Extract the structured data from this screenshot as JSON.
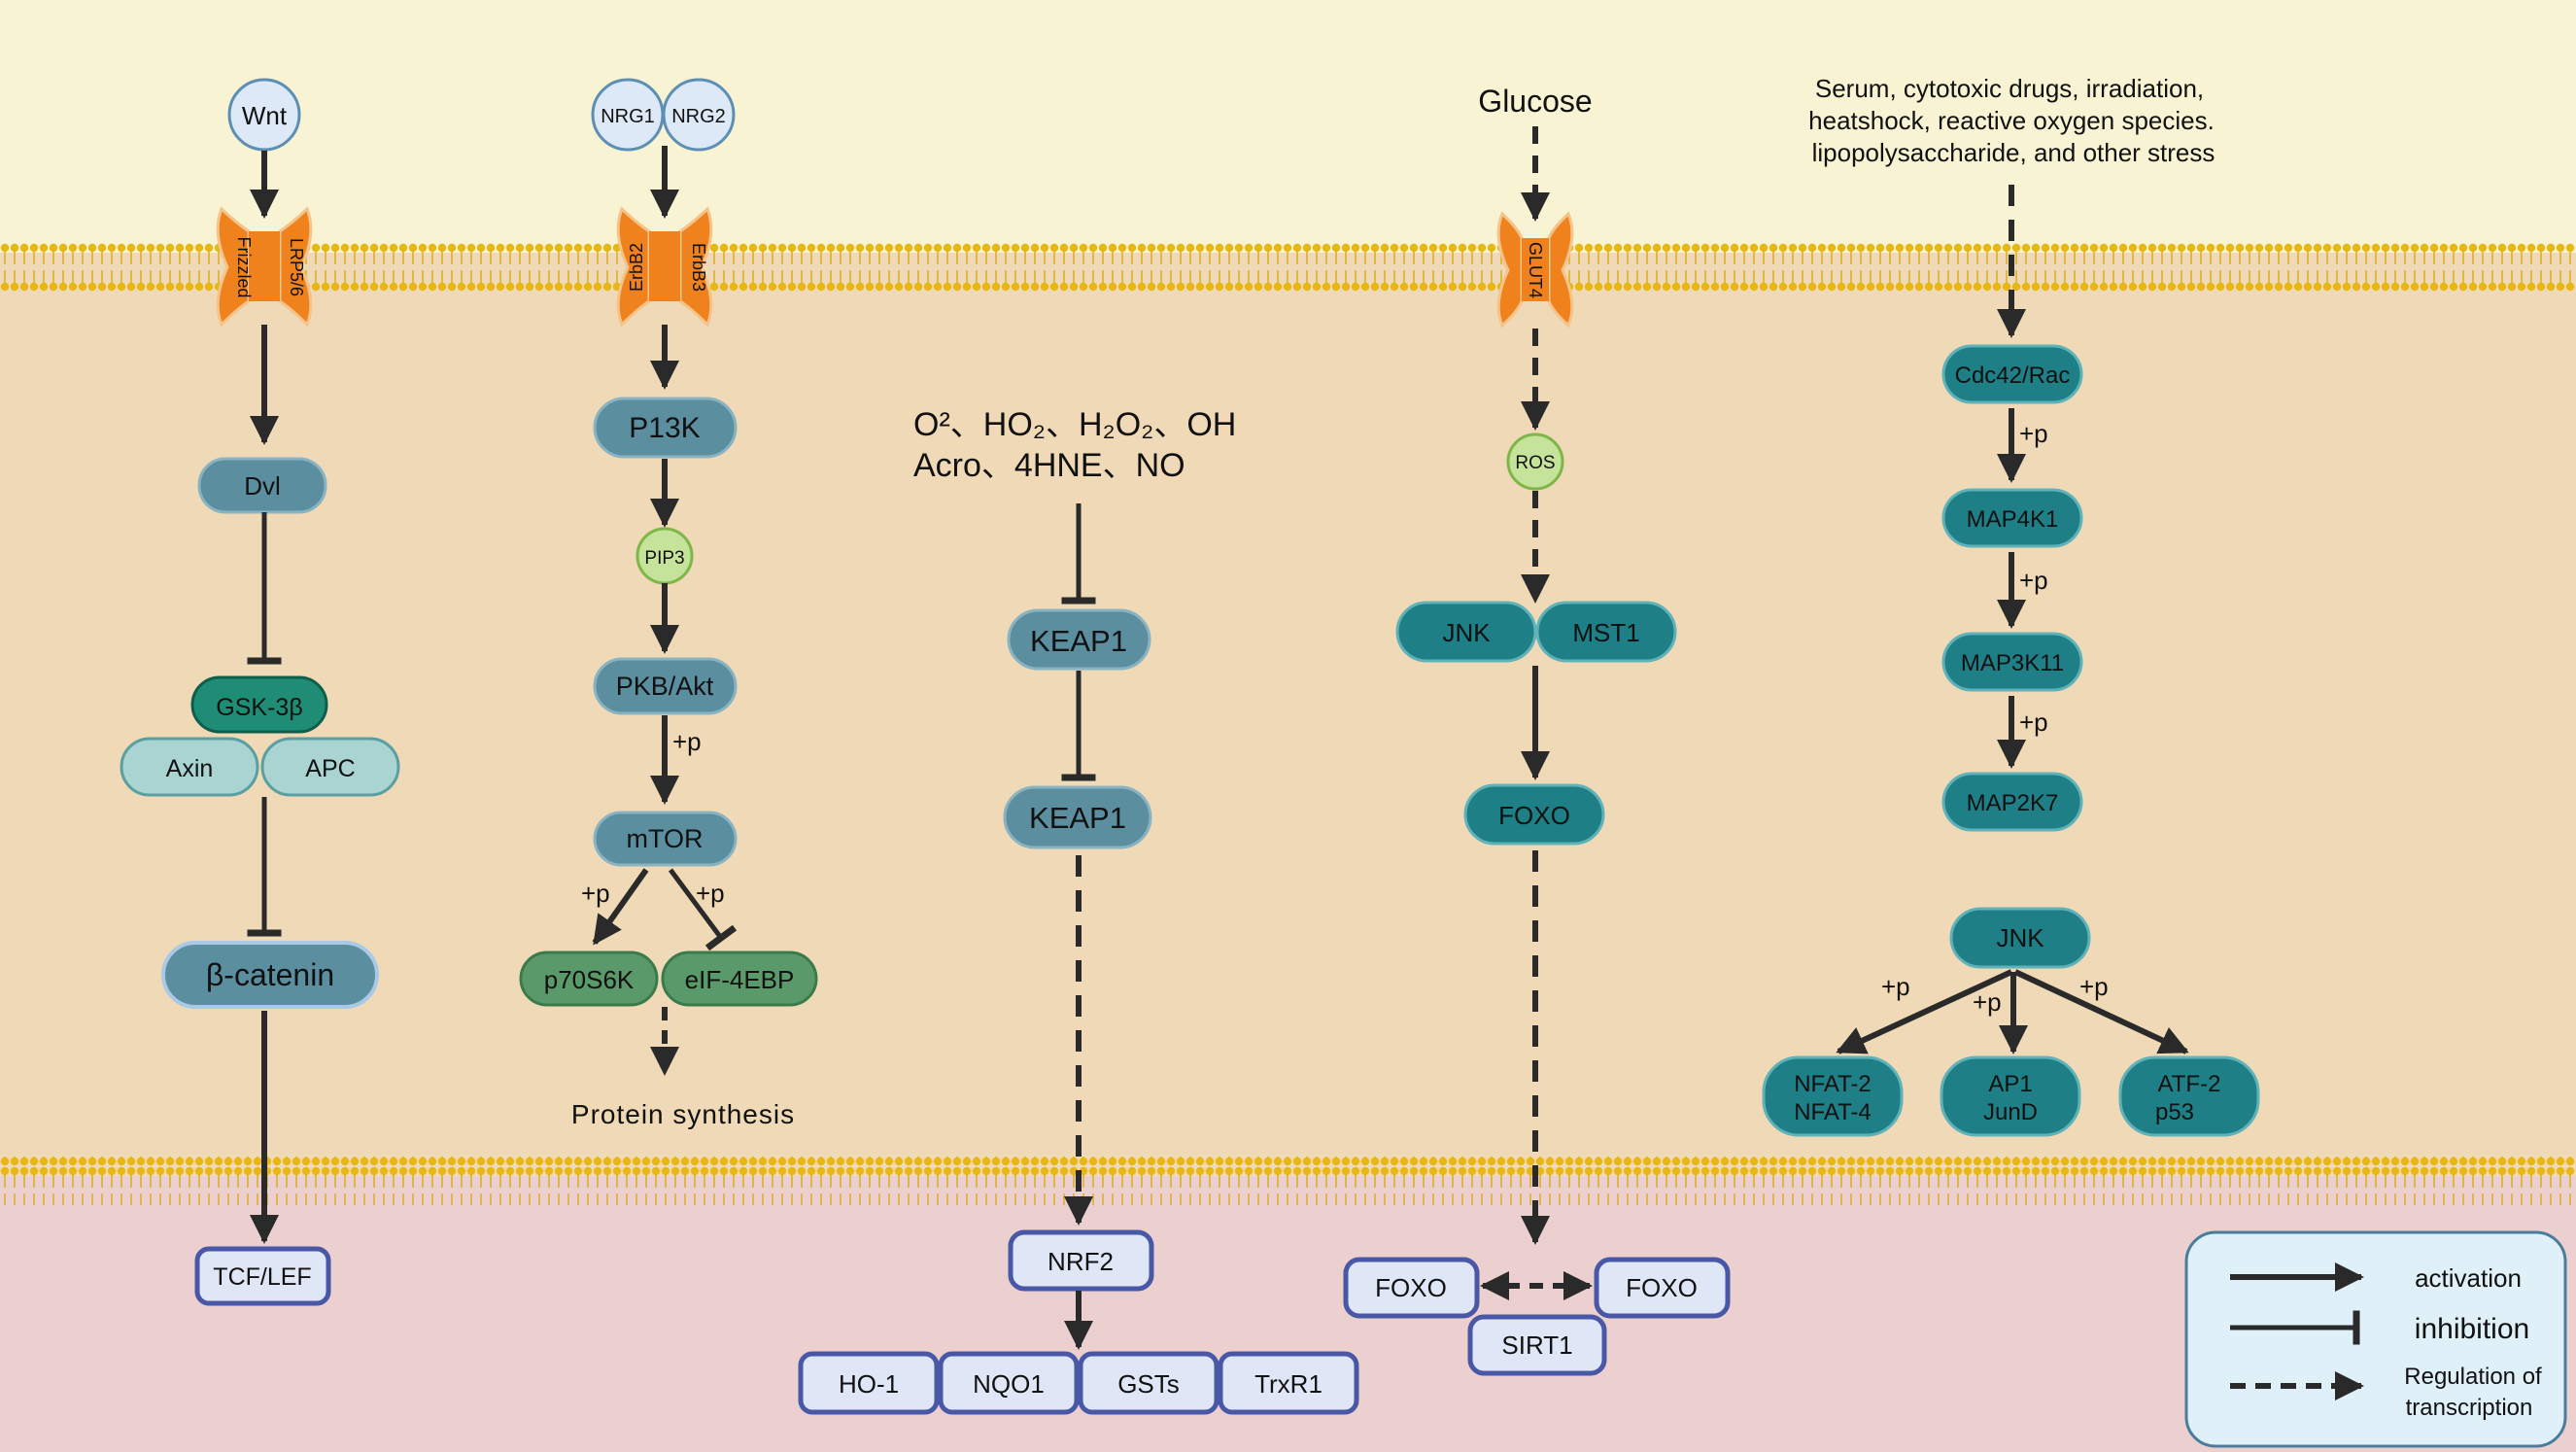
{
  "pathways": {
    "wnt": {
      "ligand": "Wnt",
      "receptors": [
        "Frizzled",
        "LRP5/6"
      ],
      "dvl": "Dvl",
      "gsk": "GSK-3β",
      "axin": "Axin",
      "apc": "APC",
      "catenin": "β-catenin",
      "target": "TCF/LEF"
    },
    "nrg": {
      "ligands": [
        "NRG1",
        "NRG2"
      ],
      "receptors": [
        "ErbB2",
        "ErbB3"
      ],
      "pi3k": "P13K",
      "pip3": "PIP3",
      "akt": "PKB/Akt",
      "mtor": "mTOR",
      "p70": "p70S6K",
      "eif": "eIF-4EBP",
      "output": "Protein synthesis"
    },
    "keap": {
      "stress_line1": "O²、HO₂、H₂O₂、OH",
      "stress_line2": "Acro、4HNE、NO",
      "keap1_a": "KEAP1",
      "keap1_b": "KEAP1",
      "nrf2": "NRF2",
      "targets": [
        "HO-1",
        "NQO1",
        "GSTs",
        "TrxR1"
      ]
    },
    "glucose": {
      "input": "Glucose",
      "transporter": "GLUT4",
      "ros": "ROS",
      "jnk": "JNK",
      "mst1": "MST1",
      "foxo": "FOXO",
      "nuc_foxo_left": "FOXO",
      "nuc_foxo_right": "FOXO",
      "sirt1": "SIRT1"
    },
    "stress": {
      "input_line1": "Serum, cytotoxic drugs, irradiation,",
      "input_line2": "heatshock, reactive oxygen species.",
      "input_line3": "lipopolysaccharide, and other stress",
      "cdc42": "Cdc42/Rac",
      "map4k1": "MAP4K1",
      "map3k11": "MAP3K11",
      "map2k7": "MAP2K7",
      "jnk": "JNK",
      "targets": [
        {
          "line1": "NFAT-2",
          "line2": "NFAT-4"
        },
        {
          "line1": "AP1",
          "line2": "JunD"
        },
        {
          "line1": "ATF-2",
          "line2": "p53"
        }
      ]
    }
  },
  "phospho_label": "+p",
  "legend": {
    "activation": "activation",
    "inhibition": "inhibition",
    "regulation_line1": "Regulation of",
    "regulation_line2": "transcription"
  },
  "colors": {
    "extracellular": "#f8f3d2",
    "cytoplasm": "#efd9b6",
    "nucleus": "#ecd0d0",
    "membrane": "#e8b817",
    "receptor": "#f0821e",
    "node_blue": "#5b8fa0",
    "node_teal": "#1e7f86",
    "node_green": "#5a9a6a",
    "node_light": "#a9d4d2",
    "node_nuclear": "#dfe6f6",
    "node_nuclear_border": "#4857a6"
  }
}
